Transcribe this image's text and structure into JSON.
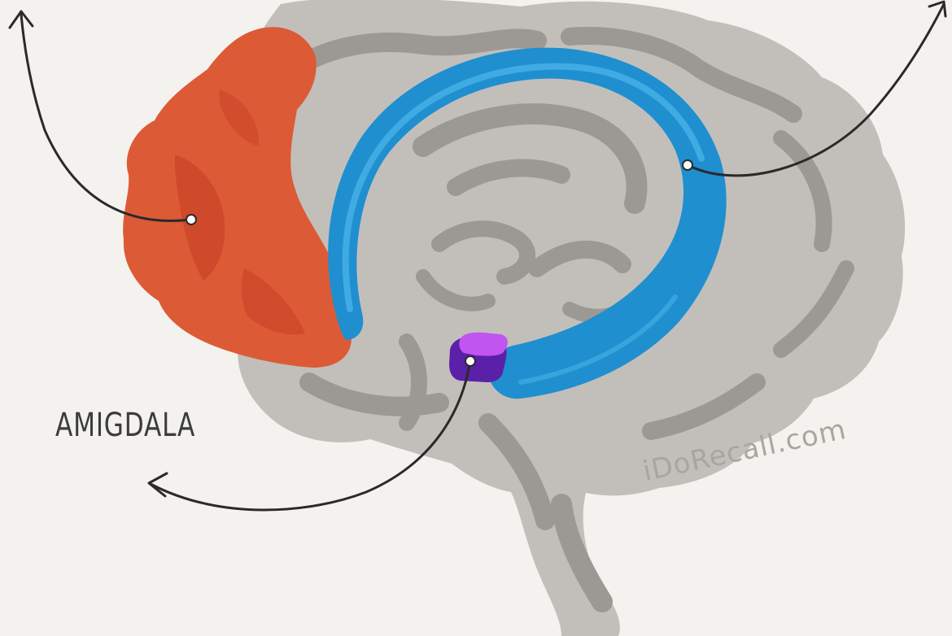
{
  "labels": {
    "amygdala": "AMIGDALA"
  },
  "watermark": "iDoRecall.com",
  "colors": {
    "background": "#f4f2ee",
    "brain": "#c2bfbb",
    "brain_folds": "#9c9994",
    "frontal_lobe": "#dd5a37",
    "frontal_lobe_dark": "#c94527",
    "cingulate_band": "#1f8fd0",
    "cingulate_band_light": "#49b2e6",
    "amygdala_top": "#c055f0",
    "amygdala_side": "#5b20a8",
    "arrow": "#2a2a2a",
    "pointer_dot": "#ffffff"
  },
  "icons": {
    "pointer": "circle-dot",
    "arrowhead": "open-chevron"
  }
}
